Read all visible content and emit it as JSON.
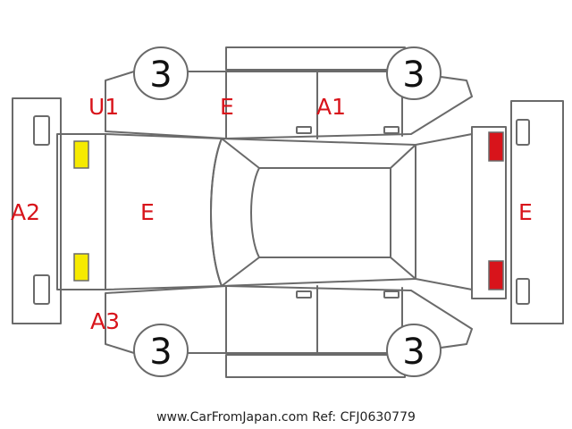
{
  "colors": {
    "line": "#6a6a6a",
    "code_text": "#d8141b",
    "front_light": "#f6ea00",
    "rear_light": "#d8141b"
  },
  "wheels": [
    {
      "label": "3",
      "name": "wheel-rear-left-badge"
    },
    {
      "label": "3",
      "name": "wheel-front-left-badge"
    },
    {
      "label": "3",
      "name": "wheel-rear-right-badge"
    },
    {
      "label": "3",
      "name": "wheel-front-right-badge"
    }
  ],
  "codes": {
    "u1": "U1",
    "e_top_panel": "E",
    "a1": "A1",
    "a2": "A2",
    "e_hood": "E",
    "e_rear_panel": "E",
    "a3": "A3"
  },
  "footer": "www.CarFromJapan.com Ref: CFJ0630779"
}
